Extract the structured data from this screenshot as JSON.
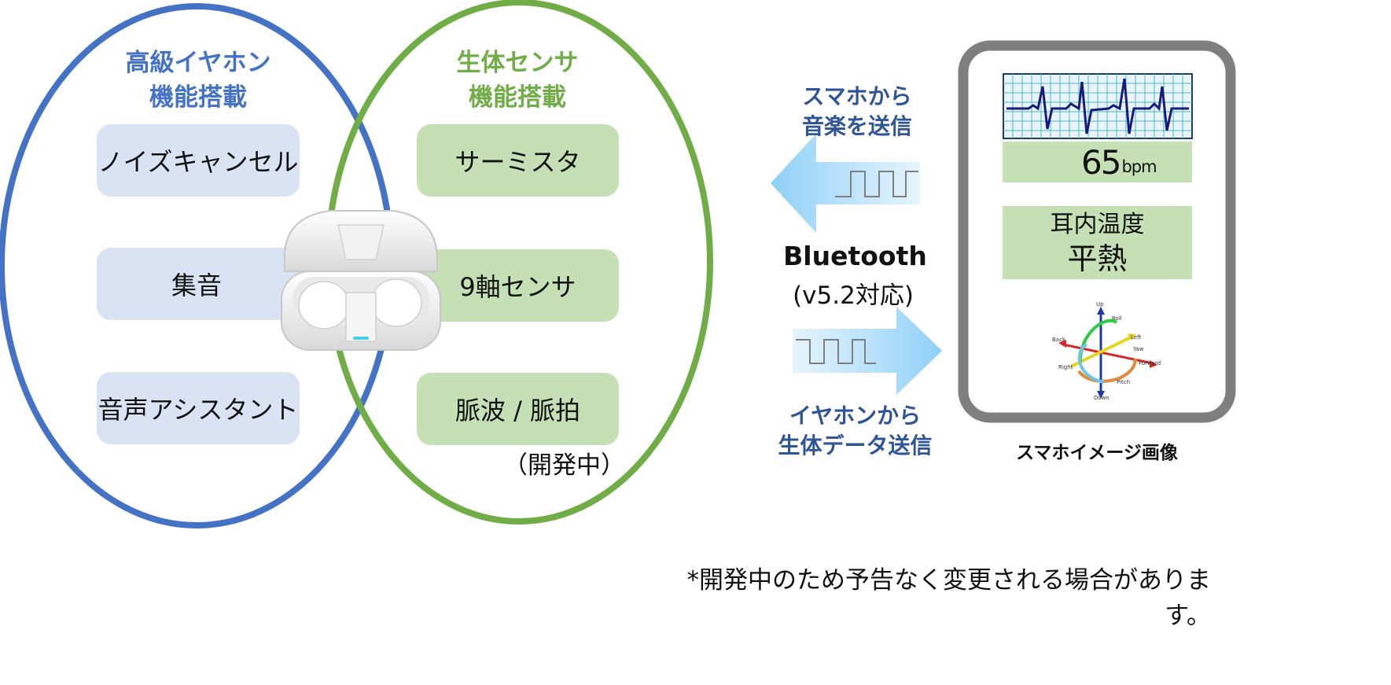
{
  "venn": {
    "left": {
      "title_line1": "高級イヤホン",
      "title_line2": "機能搭載",
      "color": "#4472c4",
      "items": [
        "ノイズキャンセル",
        "集音",
        "音声アシスタント"
      ]
    },
    "right": {
      "title_line1": "生体センサ",
      "title_line2": "機能搭載",
      "color": "#70ad47",
      "items": [
        "サーミスタ",
        "9軸センサ",
        "脈波 / 脈拍"
      ],
      "note": "（開発中）"
    }
  },
  "link": {
    "to_earphone_line1": "スマホから",
    "to_earphone_line2": "音楽を送信",
    "protocol": "Bluetooth",
    "version": "(v5.2対応)",
    "to_phone_line1": "イヤホンから",
    "to_phone_line2": "生体データ送信"
  },
  "phone": {
    "heart_rate_value": "65",
    "heart_rate_unit": "bpm",
    "temp_label": "耳内温度",
    "temp_value": "平熱",
    "axes": {
      "up": "Up",
      "down": "Down",
      "back": "Back",
      "forward": "Forward",
      "left": "Left",
      "right": "Right",
      "roll": "Roll",
      "yaw": "Yaw",
      "pitch": "Pitch"
    },
    "caption": "スマホイメージ画像"
  },
  "disclaimer": "*開発中のため予告なく変更される場合があります。"
}
